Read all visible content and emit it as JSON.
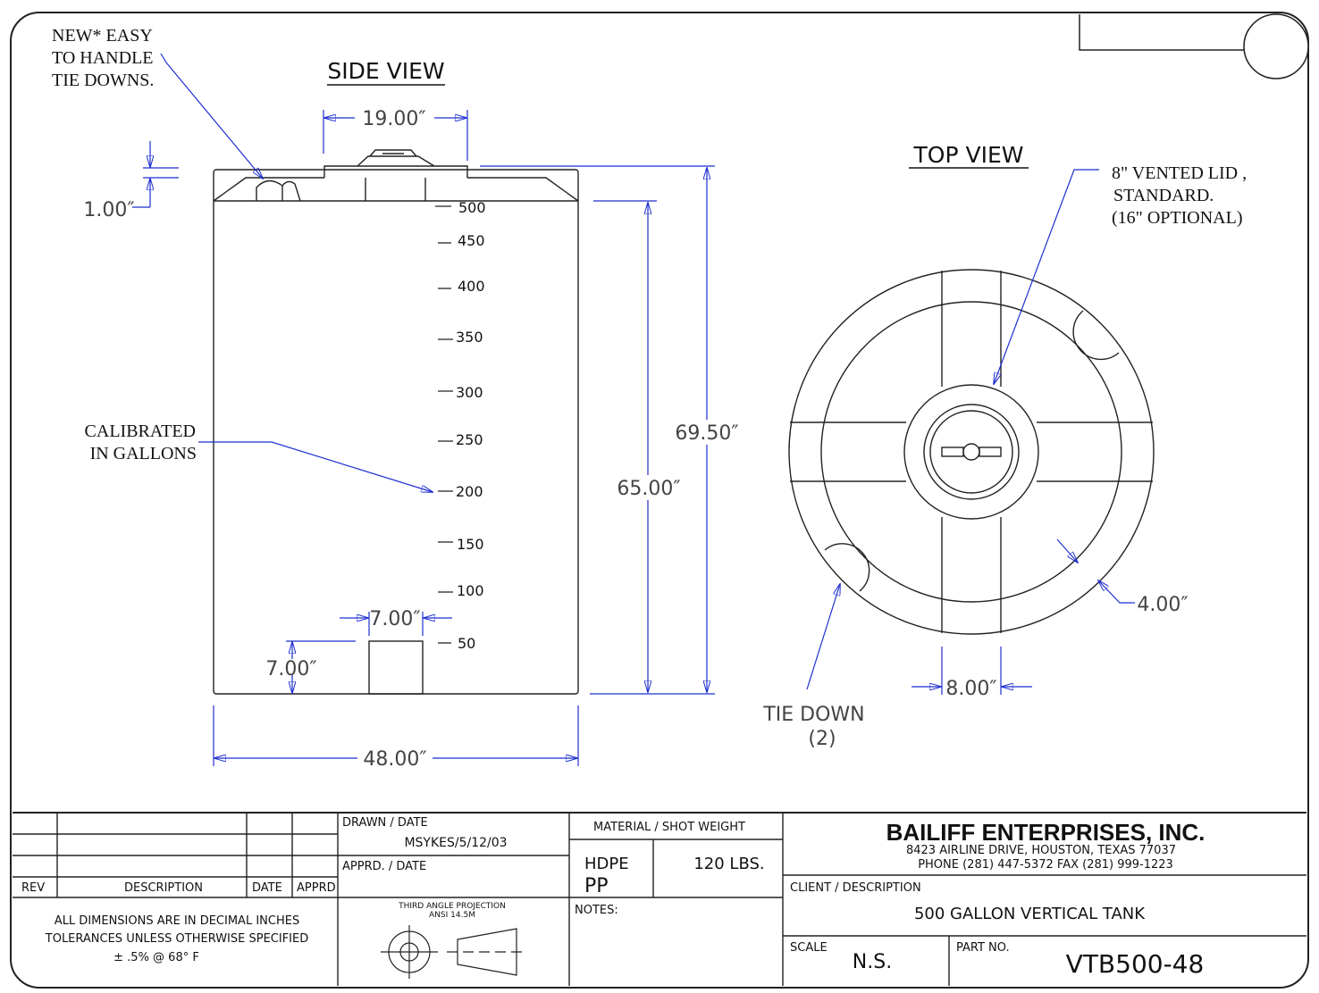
{
  "side_view": {
    "title": "SIDE VIEW",
    "note_tie_downs": [
      "NEW* EASY",
      "TO HANDLE",
      "TIE DOWNS."
    ],
    "note_calibrated": [
      "CALIBRATED",
      "IN GALLONS"
    ],
    "dim_lid": "19.00″",
    "dim_rim": "1.00″",
    "dim_overall_height": "69.50″",
    "dim_calibrated_height": "65.00″",
    "dim_outlet_width": "7.00″",
    "dim_outlet_height": "7.00″",
    "dim_diameter": "48.00″",
    "gallon_marks": [
      "500",
      "450",
      "400",
      "350",
      "300",
      "250",
      "200",
      "150",
      "100",
      "50"
    ]
  },
  "top_view": {
    "title": "TOP VIEW",
    "note_lid": [
      "8\" VENTED  LID ,",
      "STANDARD.",
      "(16\" OPTIONAL)"
    ],
    "note_tie_down": [
      "TIE  DOWN",
      "(2)"
    ],
    "dim_rib_width": "8.00″",
    "dim_rim_width": "4.00″"
  },
  "title_block": {
    "rev_headers": {
      "rev": "REV",
      "description": "DESCRIPTION",
      "date": "DATE",
      "apprd": "APPRD"
    },
    "general_notes": [
      "ALL  DIMENSIONS  ARE  IN  DECIMAL  INCHES",
      "TOLERANCES  UNLESS  OTHERWISE  SPECIFIED",
      "±   .5%  @  68°  F"
    ],
    "drawn_label": "DRAWN  /  DATE",
    "drawn_value": "MSYKES/5/12/03",
    "apprd_label": "APPRD.  /  DATE",
    "projection_label": [
      "THIRD ANGLE PROJECTION",
      "ANSI 14.5M"
    ],
    "material_label": "MATERIAL  /  SHOT  WEIGHT",
    "material_hdpe": "HDPE",
    "material_pp": "PP",
    "weight": "120  LBS.",
    "notes_label": "NOTES:",
    "company_name": "BAILIFF ENTERPRISES, INC.",
    "company_address": "8423  AIRLINE  DRIVE,  HOUSTON,  TEXAS   77037",
    "company_phone": "PHONE   (281)  447-5372      FAX      (281)  999-1223",
    "client_label": "CLIENT  /  DESCRIPTION",
    "description": "500   GALLON   VERTICAL   TANK",
    "scale_label": "SCALE",
    "scale_value": "N.S.",
    "part_label": "PART  NO.",
    "part_value": "VTB500-48"
  }
}
